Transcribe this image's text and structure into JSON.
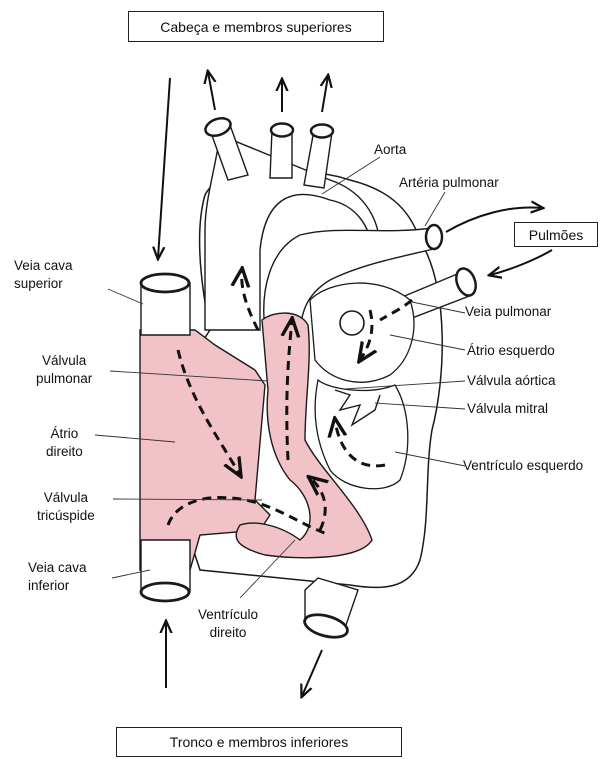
{
  "top_box": "Cabeça e membros superiores",
  "bottom_box": "Tronco e membros inferiores",
  "lungs_box": "Pulmões",
  "labels": {
    "aorta": "Aorta",
    "arteria_pulmonar": "Artéria pulmonar",
    "veia_cava_superior": [
      "Veia cava",
      "superior"
    ],
    "valvula_pulmonar": [
      "Válvula",
      "pulmonar"
    ],
    "atrio_direito": [
      "Átrio",
      "direito"
    ],
    "valvula_tricuspide": [
      "Válvula",
      "tricúspide"
    ],
    "veia_cava_inferior": [
      "Veia cava",
      "inferior"
    ],
    "ventriculo_direito": [
      "Ventrículo",
      "direito"
    ],
    "veia_pulmonar": "Veia pulmonar",
    "atrio_esquerdo": "Átrio esquerdo",
    "valvula_aortica": "Válvula aórtica",
    "valvula_mitral": "Válvula mitral",
    "ventriculo_esquerdo": "Ventrículo esquerdo"
  },
  "colors": {
    "right_chambers": "#f1c2c7",
    "outline": "#1a1a1a",
    "background": "#ffffff"
  }
}
